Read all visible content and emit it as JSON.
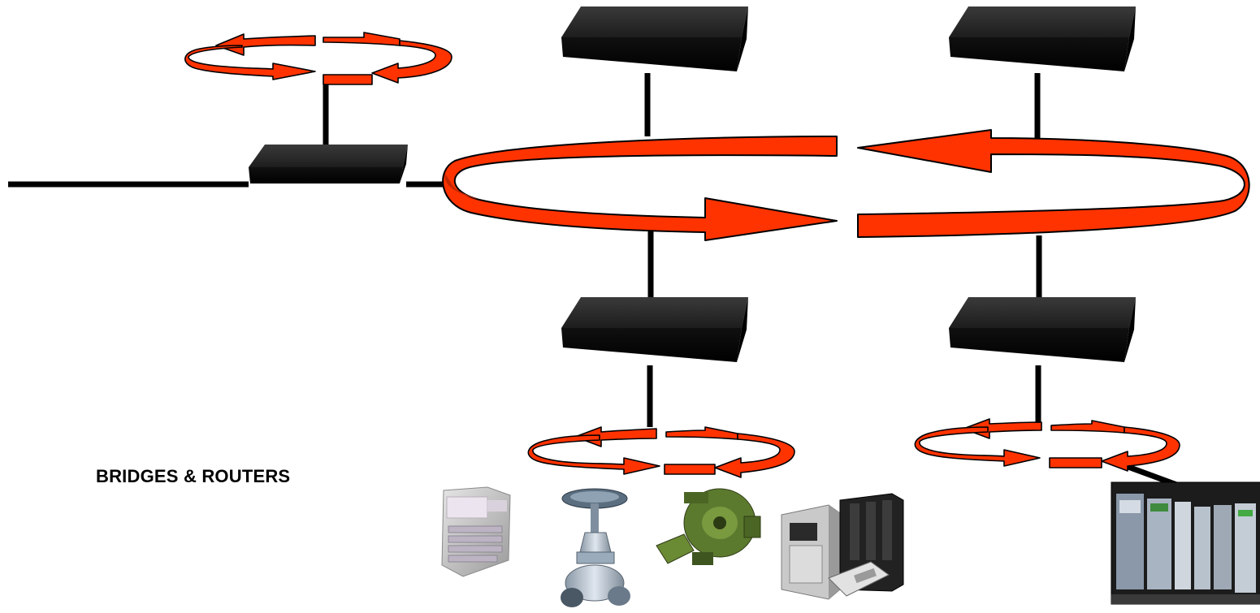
{
  "caption": "BRIDGES & ROUTERS",
  "colors": {
    "ring_fill": "#ff3300",
    "ring_dark": "#c42800",
    "ring_outline": "#000000",
    "device_body": "#161616",
    "device_top": "#2b2b2b",
    "cable": "#000000"
  },
  "nodes": [
    {
      "name": "bridge-router-left",
      "icon": "network-box-icon"
    },
    {
      "name": "bridge-router-top-center",
      "icon": "network-box-icon"
    },
    {
      "name": "bridge-router-top-right",
      "icon": "network-box-icon"
    },
    {
      "name": "bridge-router-bottom-center",
      "icon": "network-box-icon"
    },
    {
      "name": "bridge-router-bottom-right",
      "icon": "network-box-icon"
    }
  ],
  "rings": [
    {
      "name": "backbone-ring",
      "icon": "ring-arrows-icon"
    },
    {
      "name": "upper-left-ring",
      "icon": "ring-arrows-icon"
    },
    {
      "name": "lower-center-ring",
      "icon": "ring-arrows-icon"
    },
    {
      "name": "lower-right-ring",
      "icon": "ring-arrows-icon"
    }
  ],
  "field_devices": [
    {
      "name": "hvac-grille-device",
      "icon": "hvac-unit-icon"
    },
    {
      "name": "gate-valve-device",
      "icon": "valve-icon"
    },
    {
      "name": "pump-device",
      "icon": "pump-icon"
    },
    {
      "name": "drive-controller-device",
      "icon": "variable-drive-icon"
    },
    {
      "name": "plc-rack-device",
      "icon": "plc-rack-icon"
    }
  ]
}
